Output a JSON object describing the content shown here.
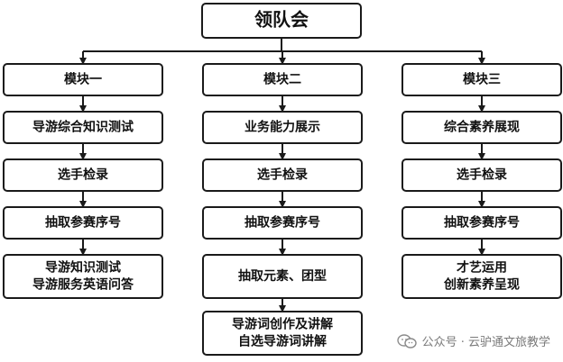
{
  "title": "领队会",
  "modules": [
    {
      "name": "模块一",
      "steps": [
        "导游综合知识测试",
        "选手检录",
        "抽取参赛序号",
        "导游知识测试\n导游服务英语问答"
      ]
    },
    {
      "name": "模块二",
      "steps": [
        "业务能力展示",
        "选手检录",
        "抽取参赛序号",
        "抽取元素、团型",
        "导游词创作及讲解\n自选导游词讲解"
      ]
    },
    {
      "name": "模块三",
      "steps": [
        "综合素养展现",
        "选手检录",
        "抽取参赛序号",
        "才艺运用\n创新素养呈现"
      ]
    }
  ],
  "watermark": {
    "icon": "wechat-icon",
    "text": "公众号 · 云驴通文旅教学"
  }
}
